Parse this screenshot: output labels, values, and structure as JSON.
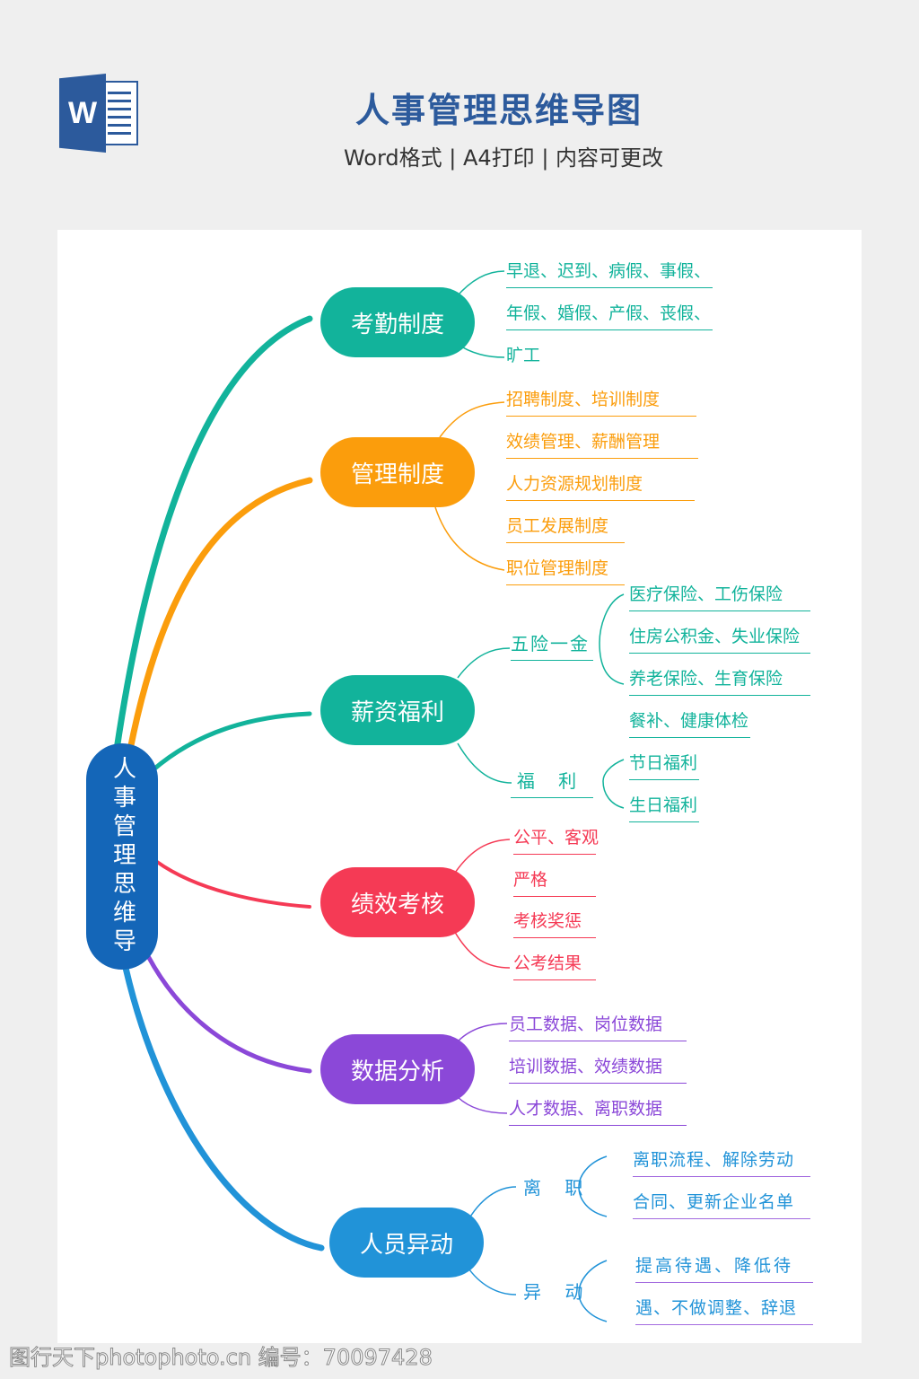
{
  "header": {
    "title": "人事管理思维导图",
    "subtitle": "Word格式 | A4打印 | 内容可更改",
    "logo_letter": "W"
  },
  "colors": {
    "teal": "#12b39b",
    "orange": "#fb9d0c",
    "red": "#f53a55",
    "purple": "#8b48d8",
    "blue": "#2193d8",
    "center": "#1466b8",
    "title": "#2c5a9c"
  },
  "mindmap": {
    "center": "人事管理思维导",
    "branches": [
      {
        "label": "考勤制度",
        "leaves": [
          "早退、迟到、病假、事假、",
          "年假、婚假、产假、丧假、",
          "旷工"
        ]
      },
      {
        "label": "管理制度",
        "leaves": [
          "招聘制度、培训制度",
          "效绩管理、薪酬管理",
          "人力资源规划制度",
          "员工发展制度",
          "职位管理制度"
        ]
      },
      {
        "label": "薪资福利",
        "groups": [
          {
            "label": "五险一金",
            "leaves": [
              "医疗保险、工伤保险",
              "住房公积金、失业保险",
              "养老保险、生育保险",
              "餐补、健康体检"
            ]
          },
          {
            "label": "福 利",
            "leaves": [
              "节日福利",
              "生日福利"
            ]
          }
        ]
      },
      {
        "label": "绩效考核",
        "leaves": [
          "公平、客观",
          "严格",
          "考核奖惩",
          "公考结果"
        ]
      },
      {
        "label": "数据分析",
        "leaves": [
          "员工数据、岗位数据",
          "培训数据、效绩数据",
          "人才数据、离职数据"
        ]
      },
      {
        "label": "人员异动",
        "groups": [
          {
            "label": "离 职",
            "leaves": [
              "离职流程、解除劳动",
              "合同、更新企业名单"
            ]
          },
          {
            "label": "异 动",
            "leaves": [
              "提高待遇、降低待",
              "遇、不做调整、辞退"
            ]
          }
        ]
      }
    ]
  },
  "watermark": "图行天下photophoto.cn 编号：70097428"
}
